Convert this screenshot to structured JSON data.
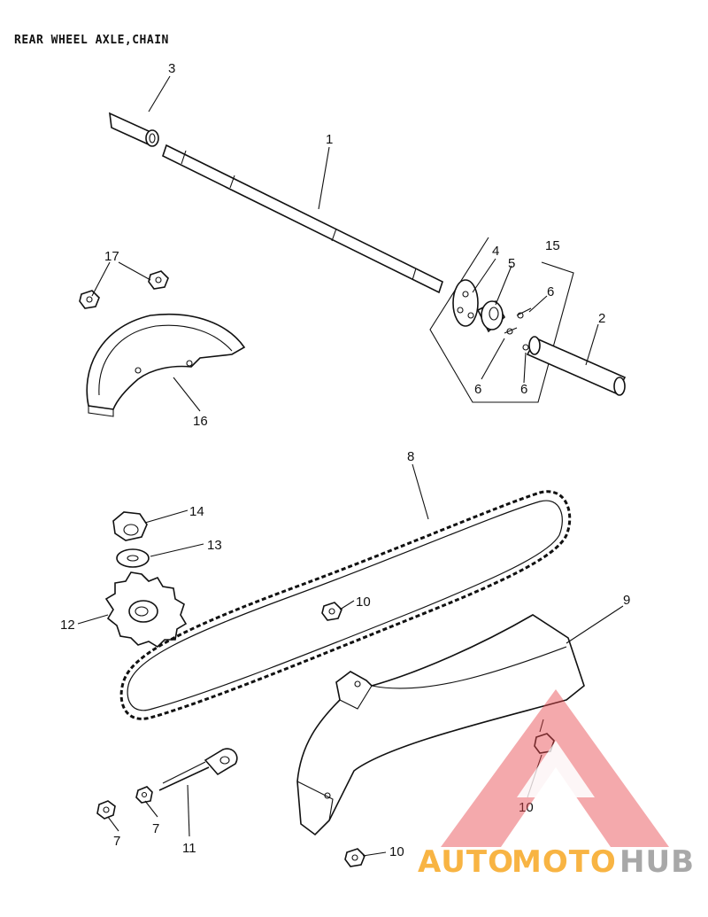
{
  "title": "REAR WHEEL AXLE,CHAIN",
  "callouts": {
    "c1": "1",
    "c2": "2",
    "c3": "3",
    "c4": "4",
    "c5": "5",
    "c6a": "6",
    "c6b": "6",
    "c6c": "6",
    "c7a": "7",
    "c7b": "7",
    "c8": "8",
    "c9": "9",
    "c10a": "10",
    "c10b": "10",
    "c10c": "10",
    "c11": "11",
    "c12": "12",
    "c13": "13",
    "c14": "14",
    "c15": "15",
    "c16": "16",
    "c17": "17"
  },
  "watermark": {
    "auto": "AUTO",
    "moto": "MOTO",
    "hub": "HUB",
    "colors": {
      "triangle": "#e8474c",
      "text_primary": "#f7a823",
      "text_secondary": "#9a9a9a"
    }
  }
}
